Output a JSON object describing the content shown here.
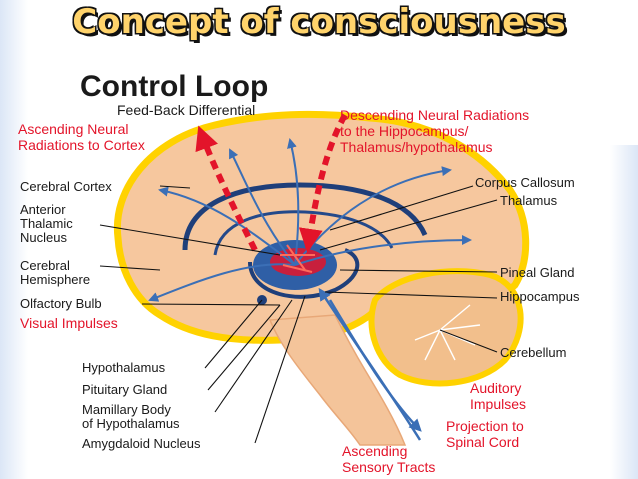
{
  "slide": {
    "headline": "Concept of consciousness"
  },
  "diagram": {
    "title": "Control Loop",
    "subtitle": "Feed-Back Differential",
    "left_labels": {
      "ascending_neural_1": "Ascending Neural",
      "ascending_neural_2": "Radiations to Cortex",
      "cerebral_cortex": "Cerebral Cortex",
      "anterior_1": "Anterior",
      "anterior_2": "Thalamic",
      "anterior_3": "Nucleus",
      "cerebral_1": "Cerebral",
      "cerebral_2": "Hemisphere",
      "olfactory_bulb": "Olfactory Bulb",
      "visual_impulses": "Visual Impulses",
      "hypothalamus": "Hypothalamus",
      "pituitary_gland": "Pituitary Gland",
      "mamillary_1": "Mamillary Body",
      "mamillary_2": "of Hypothalamus",
      "amygdaloid_nucleus": "Amygdaloid Nucleus"
    },
    "right_labels": {
      "descending_1": "Descending Neural Radiations",
      "descending_2": "to the Hippocampus/",
      "descending_3": "Thalamus/hypothalamus",
      "corpus_callosum": "Corpus Callosum",
      "thalamus": "Thalamus",
      "pineal_gland": "Pineal Gland",
      "hippocampus": "Hippocampus",
      "cerebellum": "Cerebellum",
      "auditory_1": "Auditory",
      "auditory_2": "Impulses",
      "projection_1": "Projection to",
      "projection_2": "Spinal Cord",
      "ascending_sensory_1": "Ascending",
      "ascending_sensory_2": "Sensory Tracts"
    },
    "colors": {
      "brain_fill": "#f6c79e",
      "cortex_rim": "#ffd200",
      "label_red": "#e3142a",
      "pathway_blue": "#3b6fb6",
      "cerebellum_fill": "#f2bf8c"
    }
  }
}
